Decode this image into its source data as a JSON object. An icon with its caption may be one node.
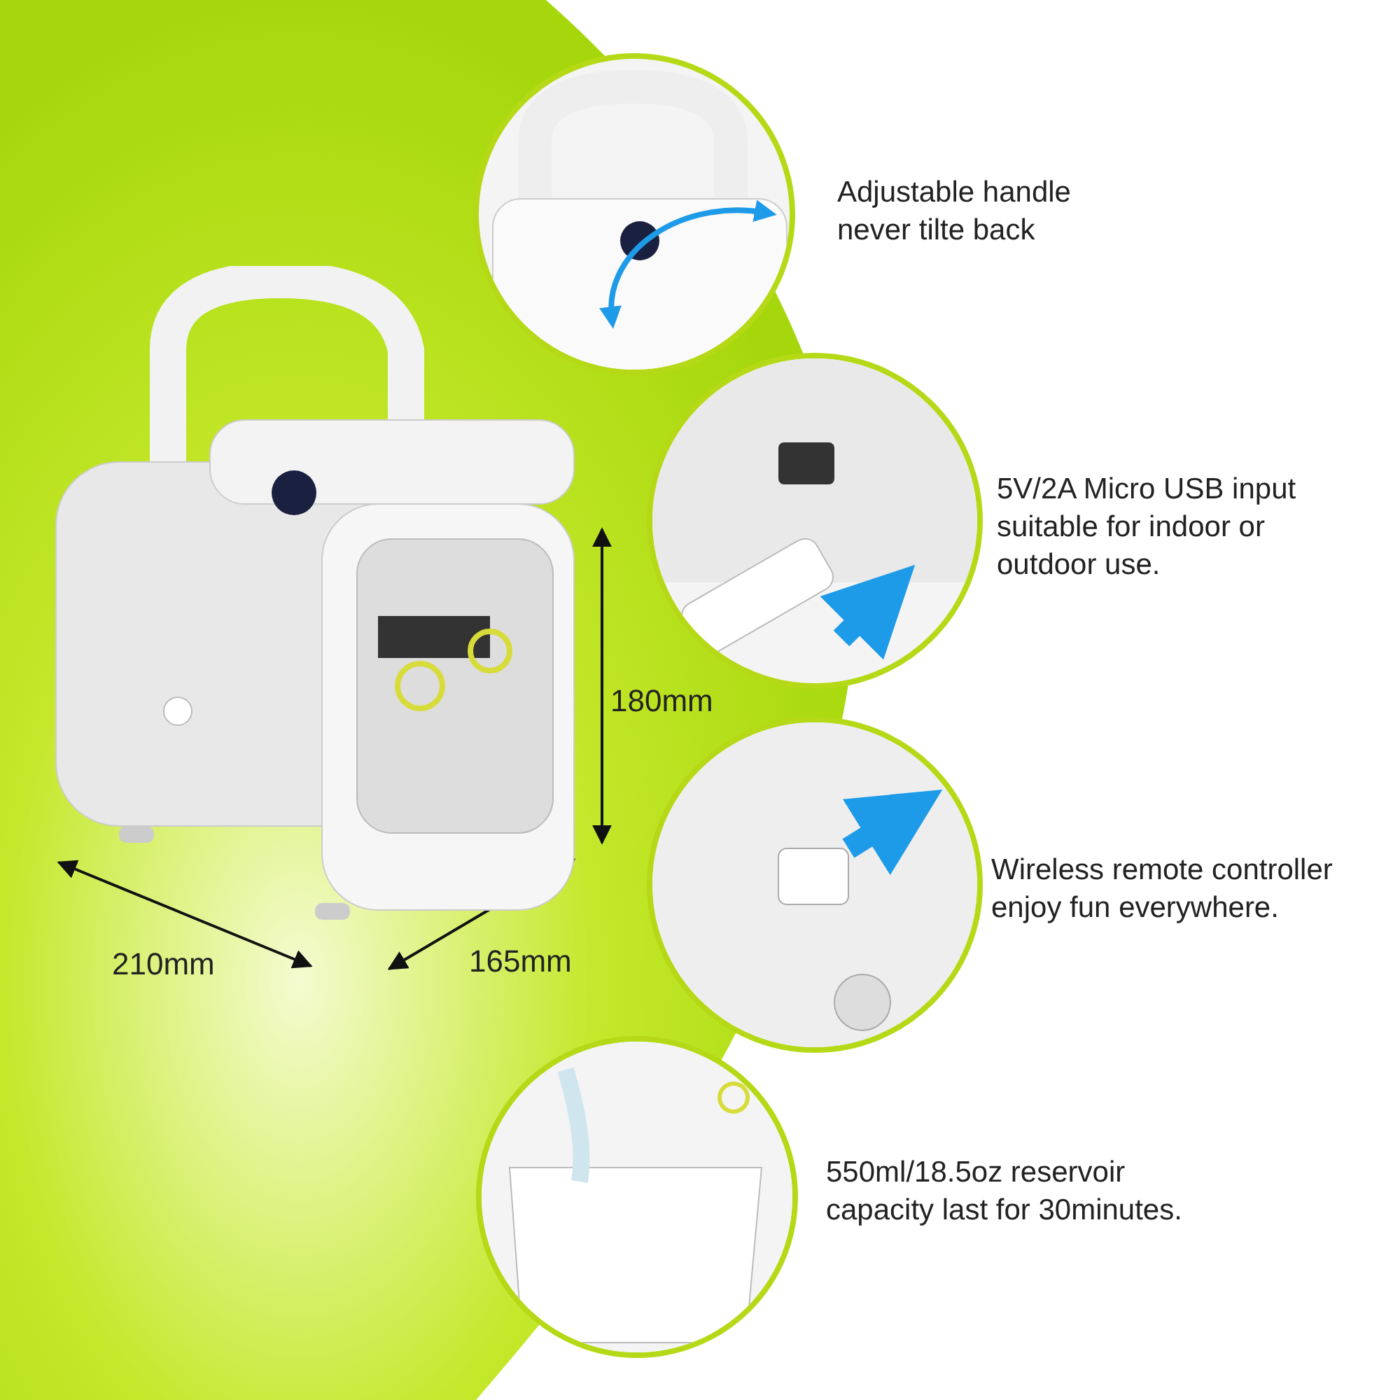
{
  "diagram": {
    "nodes": [
      {
        "text": [],
        "shape": "picture"
      },
      {
        "text": [],
        "shape": "picture",
        "beside": [
          "Adjustable handle never tilte back"
        ]
      },
      {
        "text": [],
        "shape": "picture",
        "beside": [
          "5V/2A Micro USB input suitable for indoor or outdoor use."
        ]
      },
      {
        "text": [],
        "shape": "picture",
        "beside": [
          "Wireless remote controller enjoy fun everywhere."
        ]
      },
      {
        "text": [],
        "shape": "picture",
        "beside": [
          "550ml/18.5oz reservoir capacity last for 30minutes."
        ]
      }
    ],
    "labels": [
      "180mm",
      "210mm",
      "165mm"
    ]
  }
}
